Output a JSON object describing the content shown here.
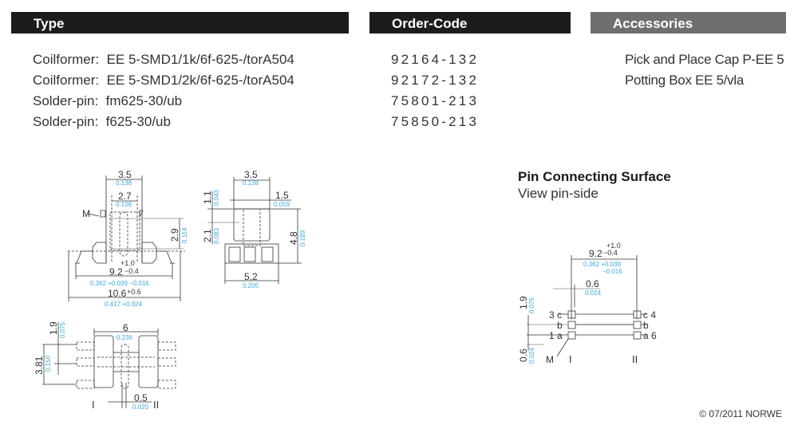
{
  "headers": {
    "type": "Type",
    "order_code": "Order-Code",
    "accessories": "Accessories"
  },
  "types": [
    "Coilformer:  EE 5-SMD1/1k/6f-625-/torA504",
    "Coilformer:  EE 5-SMD1/2k/6f-625-/torA504",
    "Solder-pin:  fm625-30/ub",
    "Solder-pin:  f625-30/ub"
  ],
  "order_codes": [
    "92164-132",
    "92172-132",
    "75801-213",
    "75850-213"
  ],
  "accessories": [
    "Pick and Place Cap P-EE 5",
    "Potting Box EE 5/vla"
  ],
  "pin_surface": {
    "title": "Pin Connecting Surface",
    "subtitle": "View pin-side"
  },
  "drawings": {
    "front": {
      "d1_mm": "3.5",
      "d1_in": "0.138",
      "d2_mm": "2.7",
      "d2_in": "0.106",
      "marker": "M",
      "h_mm": "2.9",
      "h_in": "0.114",
      "w_mm": "9.2",
      "w_tol_plus": "+1.0",
      "w_tol_minus": "−0.4",
      "w_in": "0.362 +0.039 −0.016",
      "total_mm": "10.6",
      "total_tol": "+0.6",
      "total_in": "0.417 +0.024"
    },
    "side": {
      "d1_mm": "3.5",
      "d1_in": "0.138",
      "t_mm": "1.1",
      "t_in": "0.043",
      "p_mm": "1.5",
      "p_in": "0.059",
      "h2_mm": "2.1",
      "h2_in": "0.083",
      "h_mm": "4.8",
      "h_in": "0.189",
      "w_mm": "5.2",
      "w_in": "0.205"
    },
    "top": {
      "pitch_mm": "1.9",
      "pitch_in": "0.075",
      "span_mm": "3.81",
      "span_in": "0.150",
      "w_mm": "6",
      "w_in": "0.236",
      "pin_mm": "0.5",
      "pin_in": "0.020",
      "side_left": "I",
      "side_right": "II"
    },
    "pins": {
      "w_mm": "9.2",
      "w_tol_plus": "+1.0",
      "w_tol_minus": "−0.4",
      "w_in": "0.362 +0.039",
      "w_in_minus": "−0.016",
      "pin_mm": "0.6",
      "pin_in": "0.024",
      "pitch_mm": "1.9",
      "pitch_in": "0.075",
      "off_mm": "0.6",
      "off_in": "0.024",
      "left_labels": [
        "3 c",
        "b",
        "1 a"
      ],
      "right_labels": [
        "c 4",
        "b",
        "a 6"
      ],
      "marker": "M",
      "side_left": "I",
      "side_right": "II"
    }
  },
  "copyright": "© 07/2011 NORWE"
}
